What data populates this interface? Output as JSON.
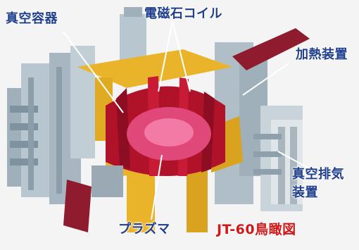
{
  "labels": {
    "vacuum_vessel": "真空容器",
    "magnet_coil": "電磁石コイル",
    "heating_device": "加熱装置",
    "pumping_line1": "真空排気",
    "pumping_line2": "装置",
    "plasma": "プラズマ",
    "figure_title": "JT-60鳥瞰図"
  },
  "colors": {
    "label_text": "#1f3f8c",
    "title_text": "#d01818",
    "coil": "#b0122a",
    "plasma": "#e0487a",
    "frame": "#e9b42a",
    "steel": "#aab8c2",
    "background": "#f4f4f4"
  }
}
